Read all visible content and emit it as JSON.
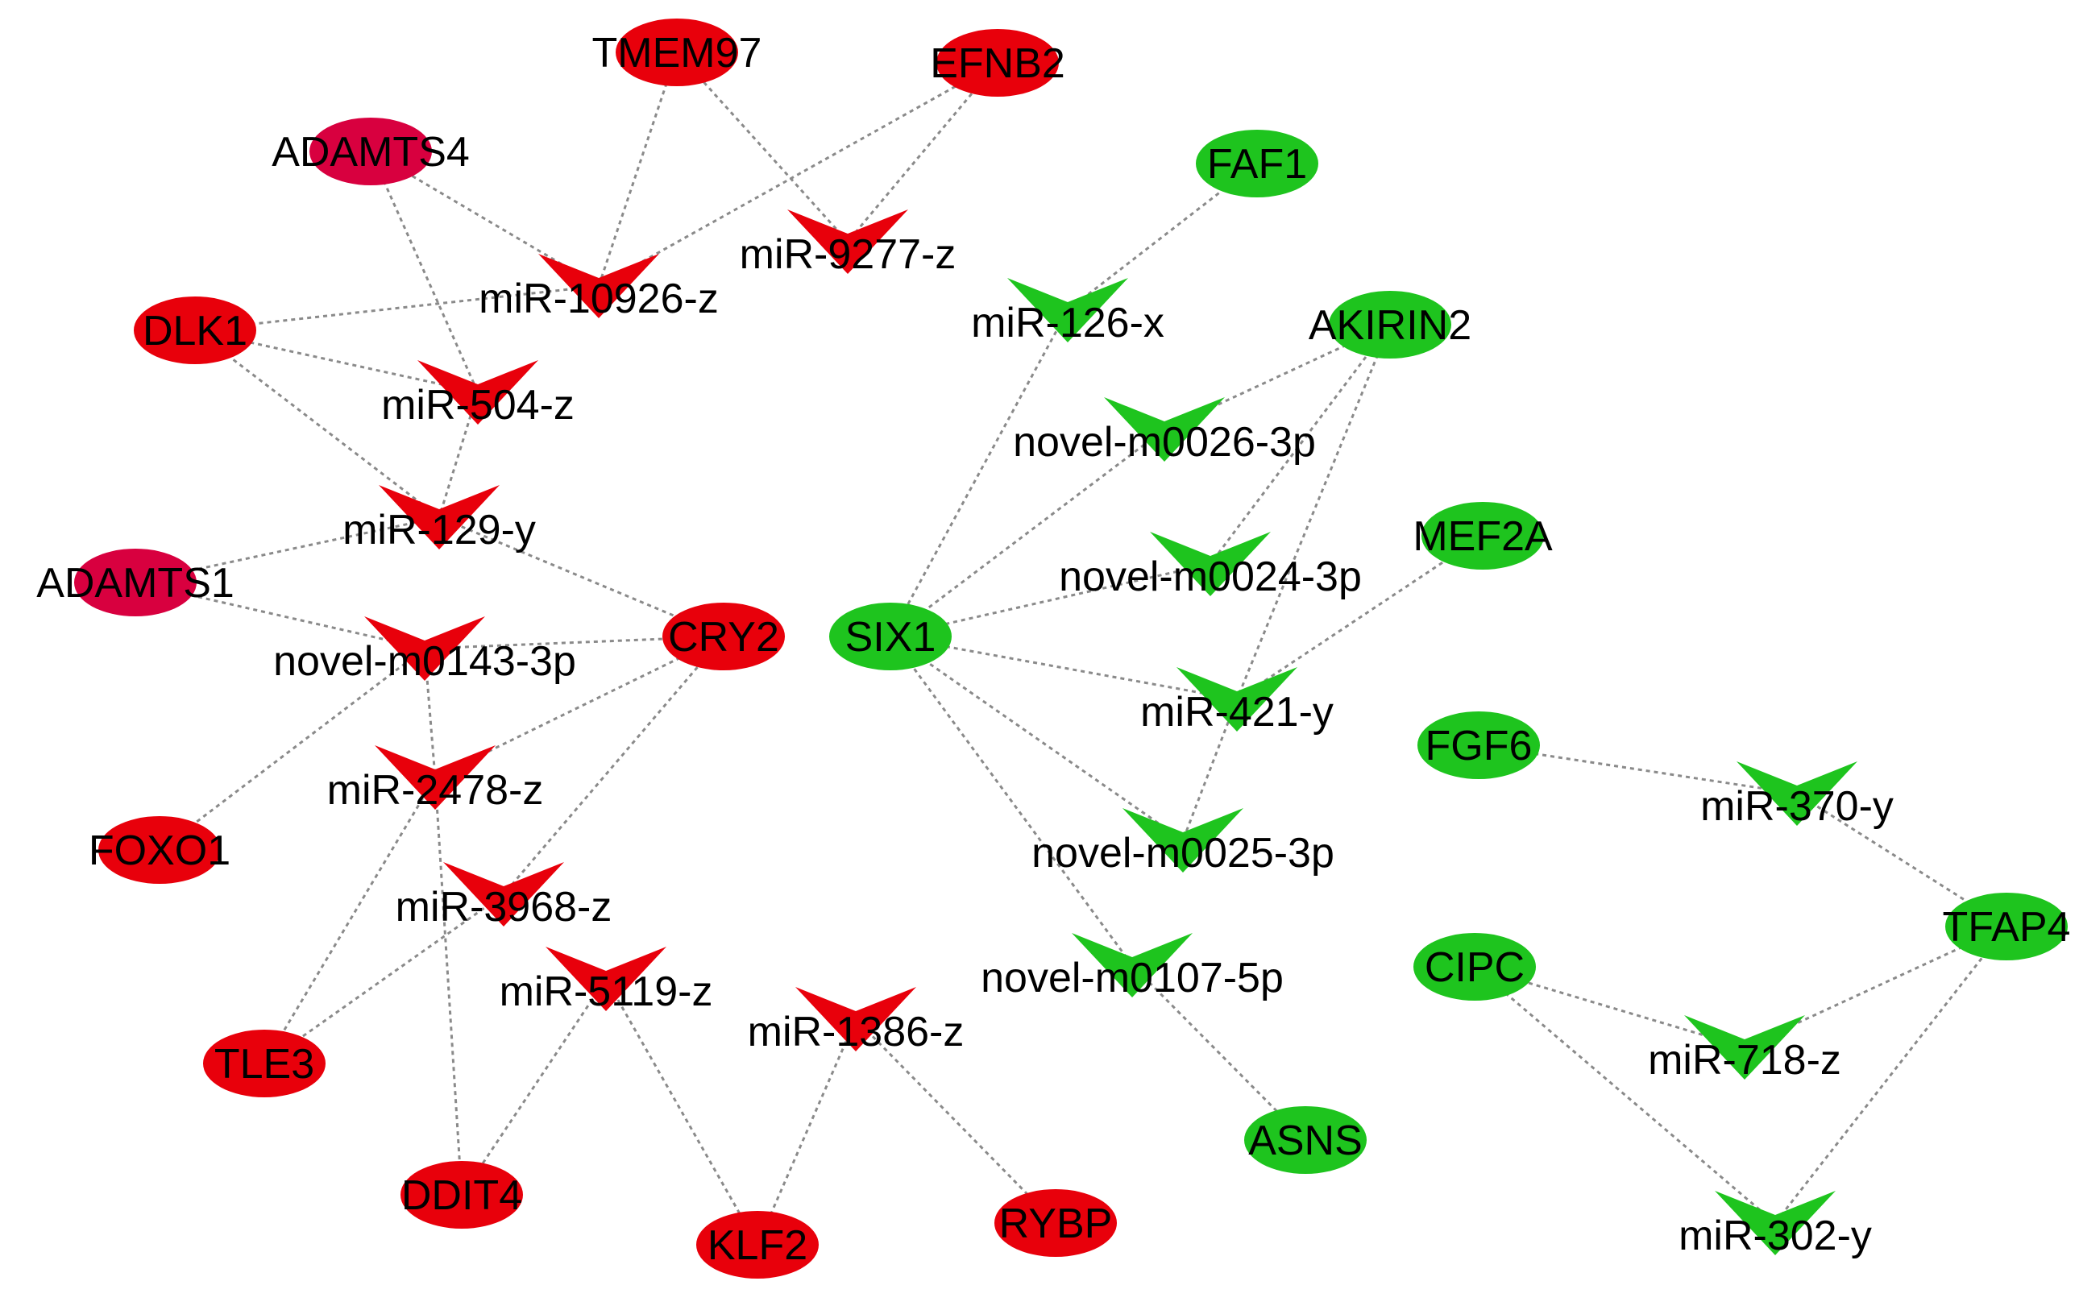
{
  "colors": {
    "up_gene": "#e8000b",
    "up_gene_alt": "#d8003f",
    "up_mirna": "#e8000b",
    "down_gene": "#1ec41e",
    "down_mirna": "#1ec41e",
    "edge": "#8a8a8a"
  },
  "nodes": [
    {
      "id": "TMEM97",
      "label": "TMEM97",
      "kind": "gene",
      "group": "up"
    },
    {
      "id": "EFNB2",
      "label": "EFNB2",
      "kind": "gene",
      "group": "up"
    },
    {
      "id": "ADAMTS4",
      "label": "ADAMTS4",
      "kind": "gene",
      "group": "up_alt"
    },
    {
      "id": "DLK1",
      "label": "DLK1",
      "kind": "gene",
      "group": "up"
    },
    {
      "id": "ADAMTS1",
      "label": "ADAMTS1",
      "kind": "gene",
      "group": "up_alt"
    },
    {
      "id": "CRY2",
      "label": "CRY2",
      "kind": "gene",
      "group": "up"
    },
    {
      "id": "FOXO1",
      "label": "FOXO1",
      "kind": "gene",
      "group": "up"
    },
    {
      "id": "TLE3",
      "label": "TLE3",
      "kind": "gene",
      "group": "up"
    },
    {
      "id": "DDIT4",
      "label": "DDIT4",
      "kind": "gene",
      "group": "up"
    },
    {
      "id": "KLF2",
      "label": "KLF2",
      "kind": "gene",
      "group": "up"
    },
    {
      "id": "RYBP",
      "label": "RYBP",
      "kind": "gene",
      "group": "up"
    },
    {
      "id": "miR-9277-z",
      "label": "miR-9277-z",
      "kind": "mirna",
      "group": "up"
    },
    {
      "id": "miR-10926-z",
      "label": "miR-10926-z",
      "kind": "mirna",
      "group": "up"
    },
    {
      "id": "miR-504-z",
      "label": "miR-504-z",
      "kind": "mirna",
      "group": "up"
    },
    {
      "id": "miR-129-y",
      "label": "miR-129-y",
      "kind": "mirna",
      "group": "up"
    },
    {
      "id": "novel-m0143-3p",
      "label": "novel-m0143-3p",
      "kind": "mirna",
      "group": "up"
    },
    {
      "id": "miR-2478-z",
      "label": "miR-2478-z",
      "kind": "mirna",
      "group": "up"
    },
    {
      "id": "miR-3968-z",
      "label": "miR-3968-z",
      "kind": "mirna",
      "group": "up"
    },
    {
      "id": "miR-5119-z",
      "label": "miR-5119-z",
      "kind": "mirna",
      "group": "up"
    },
    {
      "id": "miR-1386-z",
      "label": "miR-1386-z",
      "kind": "mirna",
      "group": "up"
    },
    {
      "id": "FAF1",
      "label": "FAF1",
      "kind": "gene",
      "group": "down"
    },
    {
      "id": "AKIRIN2",
      "label": "AKIRIN2",
      "kind": "gene",
      "group": "down"
    },
    {
      "id": "MEF2A",
      "label": "MEF2A",
      "kind": "gene",
      "group": "down"
    },
    {
      "id": "SIX1",
      "label": "SIX1",
      "kind": "gene",
      "group": "down"
    },
    {
      "id": "FGF6",
      "label": "FGF6",
      "kind": "gene",
      "group": "down"
    },
    {
      "id": "TFAP4",
      "label": "TFAP4",
      "kind": "gene",
      "group": "down"
    },
    {
      "id": "CIPC",
      "label": "CIPC",
      "kind": "gene",
      "group": "down"
    },
    {
      "id": "ASNS",
      "label": "ASNS",
      "kind": "gene",
      "group": "down"
    },
    {
      "id": "miR-126-x",
      "label": "miR-126-x",
      "kind": "mirna",
      "group": "down"
    },
    {
      "id": "novel-m0026-3p",
      "label": "novel-m0026-3p",
      "kind": "mirna",
      "group": "down"
    },
    {
      "id": "novel-m0024-3p",
      "label": "novel-m0024-3p",
      "kind": "mirna",
      "group": "down"
    },
    {
      "id": "miR-421-y",
      "label": "miR-421-y",
      "kind": "mirna",
      "group": "down"
    },
    {
      "id": "novel-m0025-3p",
      "label": "novel-m0025-3p",
      "kind": "mirna",
      "group": "down"
    },
    {
      "id": "novel-m0107-5p",
      "label": "novel-m0107-5p",
      "kind": "mirna",
      "group": "down"
    },
    {
      "id": "miR-370-y",
      "label": "miR-370-y",
      "kind": "mirna",
      "group": "down"
    },
    {
      "id": "miR-718-z",
      "label": "miR-718-z",
      "kind": "mirna",
      "group": "down"
    },
    {
      "id": "miR-302-y",
      "label": "miR-302-y",
      "kind": "mirna",
      "group": "down"
    }
  ],
  "edges": [
    [
      "TMEM97",
      "miR-9277-z"
    ],
    [
      "TMEM97",
      "miR-10926-z"
    ],
    [
      "EFNB2",
      "miR-9277-z"
    ],
    [
      "EFNB2",
      "miR-10926-z"
    ],
    [
      "ADAMTS4",
      "miR-10926-z"
    ],
    [
      "ADAMTS4",
      "miR-504-z"
    ],
    [
      "DLK1",
      "miR-10926-z"
    ],
    [
      "DLK1",
      "miR-504-z"
    ],
    [
      "DLK1",
      "miR-129-y"
    ],
    [
      "miR-504-z",
      "miR-129-y"
    ],
    [
      "ADAMTS1",
      "miR-129-y"
    ],
    [
      "ADAMTS1",
      "novel-m0143-3p"
    ],
    [
      "miR-129-y",
      "CRY2"
    ],
    [
      "novel-m0143-3p",
      "CRY2"
    ],
    [
      "novel-m0143-3p",
      "FOXO1"
    ],
    [
      "novel-m0143-3p",
      "miR-2478-z"
    ],
    [
      "CRY2",
      "miR-2478-z"
    ],
    [
      "CRY2",
      "miR-3968-z"
    ],
    [
      "miR-2478-z",
      "TLE3"
    ],
    [
      "miR-2478-z",
      "DDIT4"
    ],
    [
      "miR-3968-z",
      "TLE3"
    ],
    [
      "miR-5119-z",
      "DDIT4"
    ],
    [
      "miR-5119-z",
      "KLF2"
    ],
    [
      "miR-1386-z",
      "KLF2"
    ],
    [
      "miR-1386-z",
      "RYBP"
    ],
    [
      "FAF1",
      "miR-126-x"
    ],
    [
      "miR-126-x",
      "SIX1"
    ],
    [
      "AKIRIN2",
      "novel-m0026-3p"
    ],
    [
      "AKIRIN2",
      "novel-m0024-3p"
    ],
    [
      "AKIRIN2",
      "miR-421-y"
    ],
    [
      "SIX1",
      "novel-m0026-3p"
    ],
    [
      "SIX1",
      "novel-m0024-3p"
    ],
    [
      "SIX1",
      "miR-421-y"
    ],
    [
      "SIX1",
      "novel-m0025-3p"
    ],
    [
      "SIX1",
      "novel-m0107-5p"
    ],
    [
      "MEF2A",
      "miR-421-y"
    ],
    [
      "miR-421-y",
      "novel-m0025-3p"
    ],
    [
      "novel-m0107-5p",
      "ASNS"
    ],
    [
      "FGF6",
      "miR-370-y"
    ],
    [
      "miR-370-y",
      "TFAP4"
    ],
    [
      "TFAP4",
      "miR-718-z"
    ],
    [
      "TFAP4",
      "miR-302-y"
    ],
    [
      "CIPC",
      "miR-718-z"
    ],
    [
      "CIPC",
      "miR-302-y"
    ]
  ]
}
